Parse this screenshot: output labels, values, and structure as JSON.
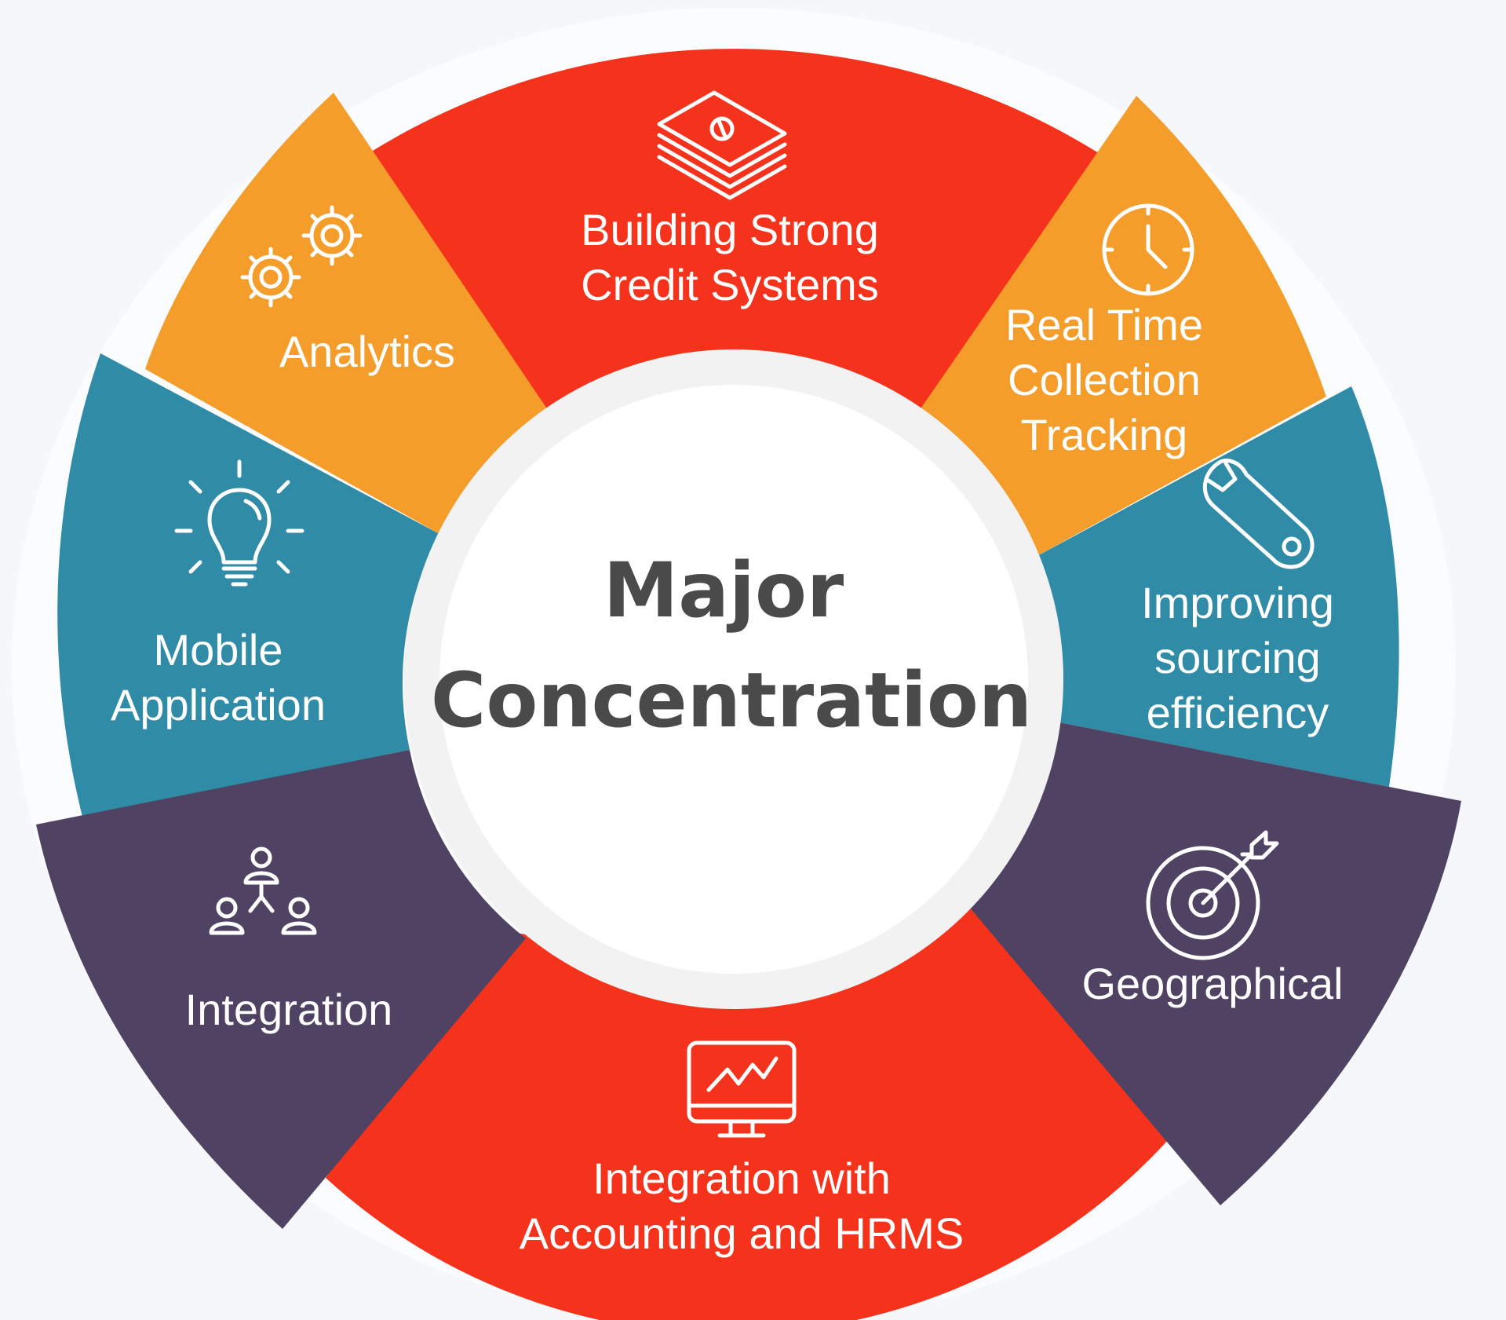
{
  "center": {
    "line1": "Major",
    "line2": "Concentration"
  },
  "colors": {
    "red": "#f5331c",
    "orange": "#f59d2a",
    "teal": "#2f8ba6",
    "purple": "#4f4262",
    "ring": "#f2f2f2",
    "center_text": "#4a4a4a",
    "background": "#f5f7fb"
  },
  "segments": [
    {
      "id": "credit",
      "icon": "money-stack-icon",
      "color": "red",
      "lines": [
        "Building Strong",
        "Credit Systems"
      ]
    },
    {
      "id": "realtime",
      "icon": "clock-icon",
      "color": "orange",
      "lines": [
        "Real Time",
        "Collection",
        "Tracking"
      ]
    },
    {
      "id": "sourcing",
      "icon": "wrench-icon",
      "color": "teal",
      "lines": [
        "Improving",
        "sourcing",
        "efficiency"
      ]
    },
    {
      "id": "geo",
      "icon": "target-icon",
      "color": "purple",
      "lines": [
        "Geographical"
      ]
    },
    {
      "id": "accounting",
      "icon": "monitor-chart-icon",
      "color": "red",
      "lines": [
        "Integration with",
        "Accounting and HRMS"
      ]
    },
    {
      "id": "integration",
      "icon": "people-network-icon",
      "color": "purple",
      "lines": [
        "Integration"
      ]
    },
    {
      "id": "mobile",
      "icon": "lightbulb-icon",
      "color": "teal",
      "lines": [
        "Mobile",
        "Application"
      ]
    },
    {
      "id": "analytics",
      "icon": "gears-icon",
      "color": "orange",
      "lines": [
        "Analytics"
      ]
    }
  ]
}
